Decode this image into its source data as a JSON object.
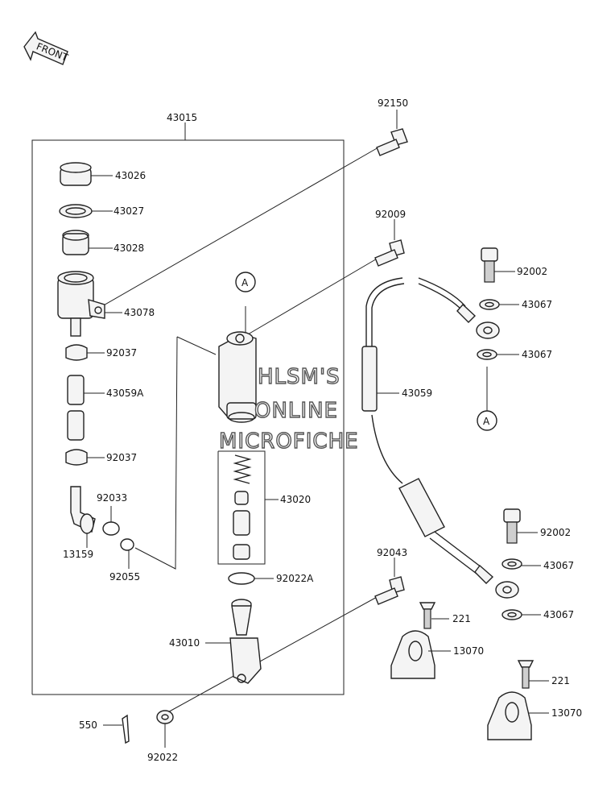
{
  "front_arrow": {
    "text": "FRONT"
  },
  "watermark": {
    "line1": "HLSM'S",
    "line2": "ONLINE",
    "line3": "MICROFICHE"
  },
  "callouts": {
    "A_top": "A",
    "A_right": "A"
  },
  "parts": {
    "p43015": "43015",
    "p92150": "92150",
    "p43026": "43026",
    "p43027": "43027",
    "p43028": "43028",
    "p43078": "43078",
    "p92037_top": "92037",
    "p43059A": "43059A",
    "p92037_bottom": "92037",
    "p92033": "92033",
    "p13159": "13159",
    "p92055": "92055",
    "p92009": "92009",
    "p92002_top": "92002",
    "p43067_1": "43067",
    "p43067_2": "43067",
    "p43059": "43059",
    "p43020": "43020",
    "p92022A": "92022A",
    "p92043": "92043",
    "p92002_bottom": "92002",
    "p43067_3": "43067",
    "p43067_4": "43067",
    "p221_1": "221",
    "p13070_1": "13070",
    "p43010": "43010",
    "p221_2": "221",
    "p13070_2": "13070",
    "p550": "550",
    "p92022": "92022"
  }
}
